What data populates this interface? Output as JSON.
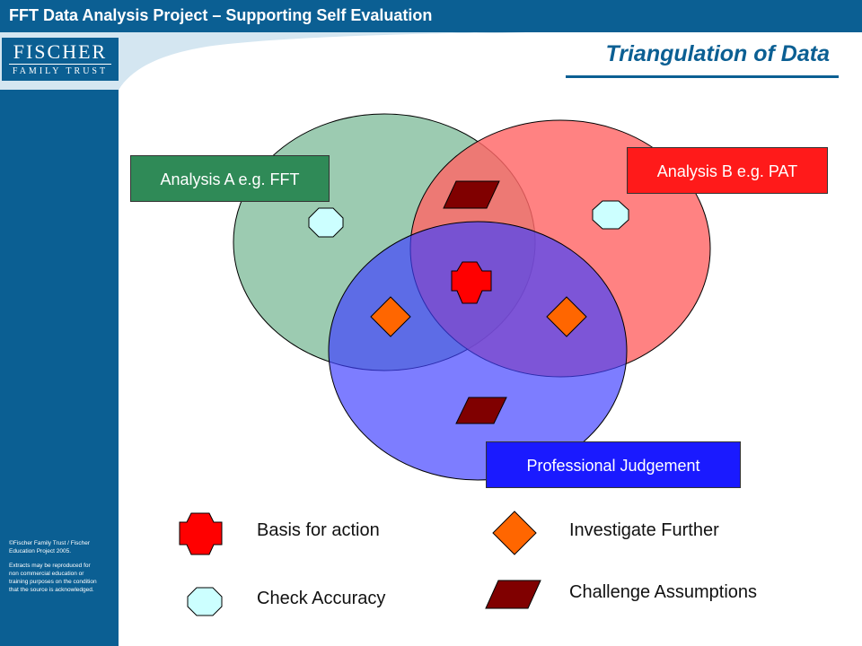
{
  "header": {
    "title": "FFT Data Analysis Project – Supporting Self Evaluation"
  },
  "logo": {
    "line1": "FISCHER",
    "line2": "FAMILY TRUST"
  },
  "page": {
    "title": "Triangulation of Data"
  },
  "copyright": {
    "line1": "©Fischer Family Trust / Fischer Education Project 2005.",
    "line2": "Extracts may be reproduced for non commercial education or training purposes on the condition that the source is acknowledged."
  },
  "diagram": {
    "circles": [
      {
        "label": "Analysis A e.g. FFT",
        "color": "#2f8a57"
      },
      {
        "label": "Analysis B e.g. PAT",
        "color": "#ff1a1a"
      },
      {
        "label": "Professional Judgement",
        "color": "#1a1aff"
      }
    ],
    "colors": {
      "circle_a_fill": "#9ccbb1",
      "circle_b_fill": "#ff7f7f",
      "circle_c_fill": "#7f7fff",
      "cross": "#ff0000",
      "octagon": "#ccffff",
      "diamond": "#ff6600",
      "parallelogram": "#800000"
    }
  },
  "legend": [
    {
      "symbol": "cross-icon",
      "label": "Basis for action"
    },
    {
      "symbol": "diamond-icon",
      "label": "Investigate Further"
    },
    {
      "symbol": "octagon-icon",
      "label": "Check Accuracy"
    },
    {
      "symbol": "parallelogram-icon",
      "label": "Challenge Assumptions"
    }
  ]
}
